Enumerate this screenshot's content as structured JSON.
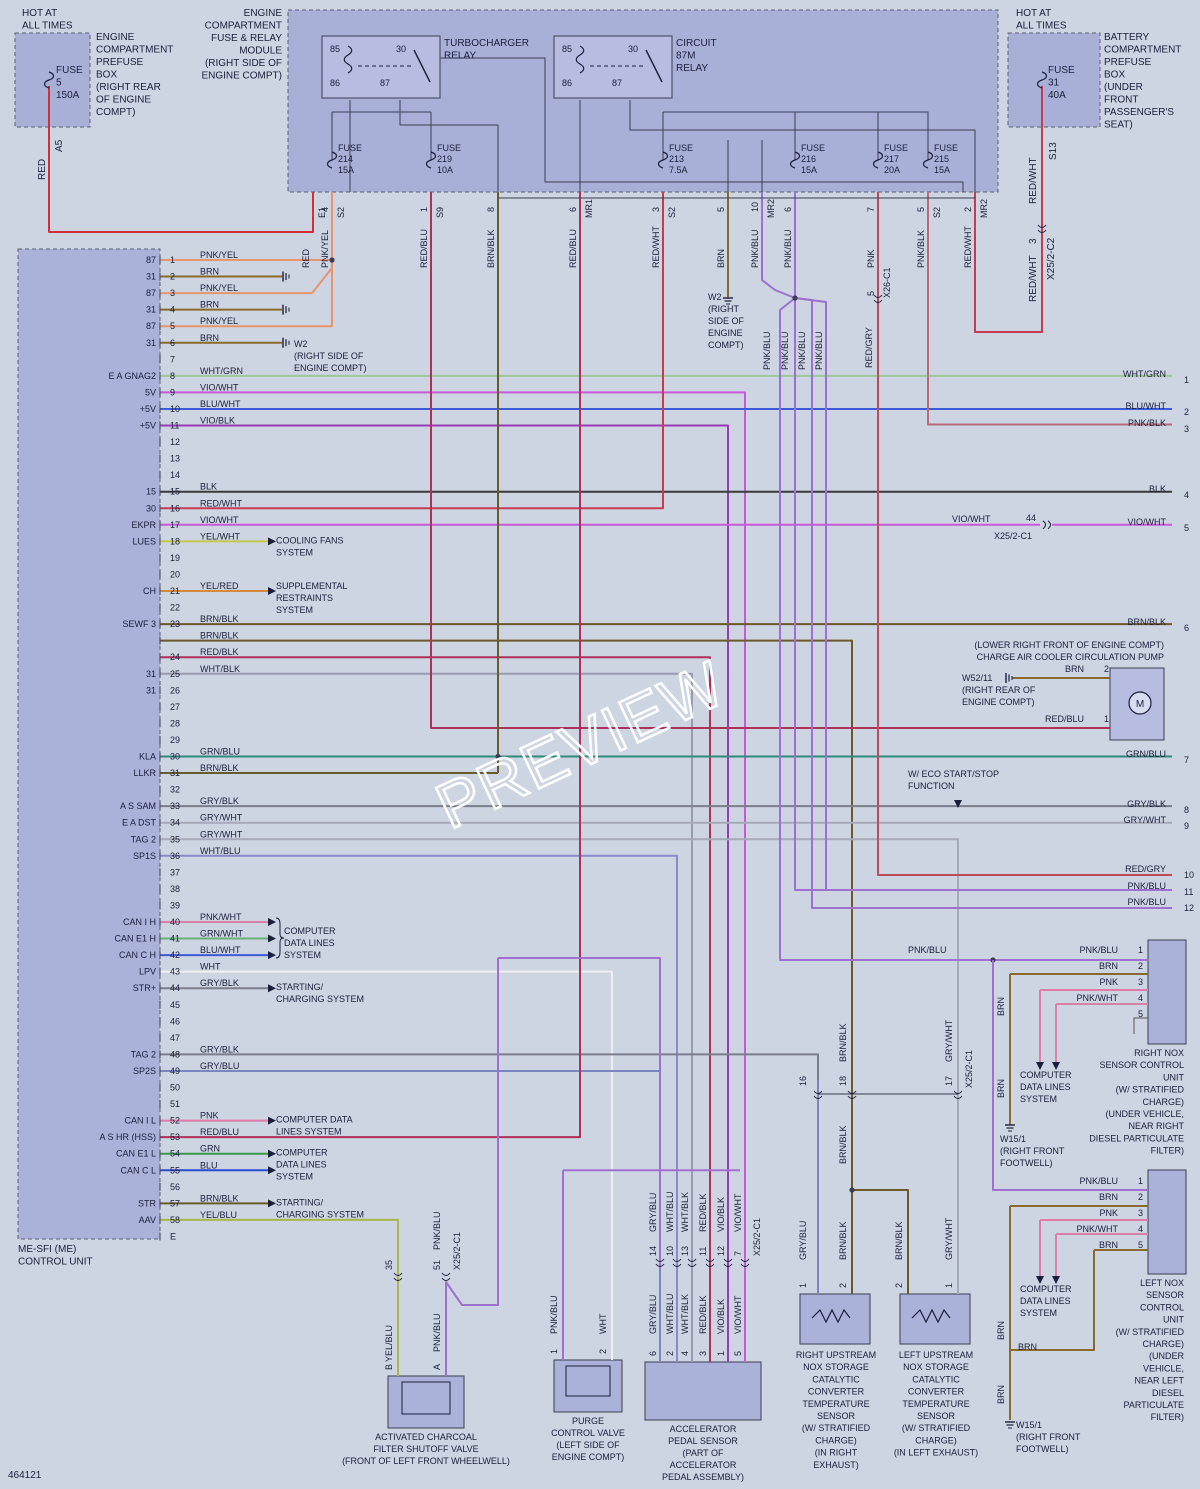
{
  "figure_id": "464121",
  "watermark": "PREVIEW",
  "colors": {
    "bg": "#cdd4e2",
    "module": "#a8b0d8",
    "ecu": "#aab2da",
    "dark": "#3a3e50",
    "RED": "#d22f3a",
    "PNKYEL": "#e8956c",
    "BRN": "#8a6a2a",
    "WHTGRN": "#9ec79a",
    "VIOWHT": "#c85ad8",
    "BLUWHT": "#3b5bd8",
    "VIOBLK": "#9a3ab8",
    "BLK": "#3a3a3a",
    "REDWHT": "#c83a52",
    "YELWHT": "#c4c84a",
    "YELRED": "#d48a3a",
    "BRNBLK": "#6a5a2a",
    "REDBLU": "#b0305a",
    "WHTBLK": "#9a9ab0",
    "GRNBLU": "#2e8a7a",
    "GRYBLK": "#7a7e8a",
    "GRYWHT": "#a6aab8",
    "WHTBLU": "#8a8ac8",
    "PNKWHT": "#d880a8",
    "GRNWHT": "#6ab07a",
    "WHT": "#f0f0f0",
    "GRYBLU": "#7a86c0",
    "PNK": "#e07aa8",
    "GRN": "#3a9a4a",
    "BLU": "#2a4ad0",
    "YELBLU": "#a8b84a",
    "PNKBLU": "#a070d0",
    "PNKBLK": "#b86a7a",
    "REDGRY": "#c04a5a",
    "GRYBLU2": "#8a8aa8"
  },
  "top": {
    "hot1": [
      "HOT AT",
      "ALL TIMES"
    ],
    "fuse_box1": [
      "ENGINE",
      "COMPARTMENT",
      "PREFUSE",
      "BOX",
      "(RIGHT REAR",
      "OF ENGINE",
      "COMPT)"
    ],
    "fuse5": [
      "FUSE",
      "5",
      "150A"
    ],
    "red_label": "RED",
    "a5": "A5",
    "module": [
      "ENGINE",
      "COMPARTMENT",
      "FUSE & RELAY",
      "MODULE",
      "(RIGHT SIDE OF",
      "ENGINE COMPT)"
    ],
    "turbo_relay": [
      "TURBOCHARGER",
      "RELAY"
    ],
    "circuit_relay": [
      "CIRCUIT",
      "87M",
      "RELAY"
    ],
    "relay_pins": [
      "85",
      "30",
      "86",
      "87"
    ],
    "fuses": [
      [
        "FUSE",
        "214",
        "15A"
      ],
      [
        "FUSE",
        "219",
        "10A"
      ],
      [
        "FUSE",
        "213",
        "7.5A"
      ],
      [
        "FUSE",
        "216",
        "15A"
      ],
      [
        "FUSE",
        "217",
        "20A"
      ],
      [
        "FUSE",
        "215",
        "15A"
      ]
    ],
    "hot2": [
      "HOT AT",
      "ALL TIMES"
    ],
    "fuse_box2": [
      "BATTERY",
      "COMPARTMENT",
      "PREFUSE",
      "BOX",
      "(UNDER",
      "FRONT",
      "PASSENGER'S",
      "SEAT)"
    ],
    "fuse31": [
      "FUSE",
      "31",
      "40A"
    ],
    "s13": "S13",
    "redwht": "RED/WHT",
    "x25c2": "X25/2-C2",
    "pin3": "3"
  },
  "top_wires": [
    {
      "label": "RED",
      "pin": "",
      "conn": "E1"
    },
    {
      "label": "PNK/YEL",
      "pin": "4",
      "conn": "S2"
    },
    {
      "label": "RED/BLU",
      "pin": "1",
      "conn": "S9"
    },
    {
      "label": "BRN/BLK",
      "pin": "8",
      "conn": ""
    },
    {
      "label": "RED/BLU",
      "pin": "6",
      "conn": "MR1"
    },
    {
      "label": "RED/WHT",
      "pin": "3",
      "conn": "S2"
    },
    {
      "label": "BRN",
      "pin": "5",
      "conn": ""
    },
    {
      "label": "PNK/BLU",
      "pin": "10",
      "conn": "MR2"
    },
    {
      "label": "PNK/BLU",
      "pin": "6",
      "conn": ""
    },
    {
      "label": "PNK",
      "pin": "7",
      "conn": ""
    },
    {
      "label": "PNK/BLK",
      "pin": "5",
      "conn": "S2"
    },
    {
      "label": "RED/WHT",
      "pin": "2",
      "conn": "MR2"
    }
  ],
  "ecu": {
    "name": [
      "ME-SFI (ME)",
      "CONTROL UNIT"
    ],
    "left_labels": {
      "1": "87",
      "2": "31",
      "3": "87",
      "4": "31",
      "5": "87",
      "6": "31",
      "8": "E A GNAG2",
      "9": "5V",
      "10": "+5V",
      "11": "+5V",
      "15": "15",
      "16": "30",
      "17": "EKPR",
      "18": "LUES",
      "21": "CH",
      "23": "SEWF 3",
      "25": "31",
      "26": "31",
      "30": "KLA",
      "31": "LLKR",
      "33": "A S SAM",
      "34": "E A DST",
      "35": "TAG 2",
      "36": "SP1S",
      "40": "CAN I H",
      "41": "CAN E1 H",
      "42": "CAN C H",
      "43": "LPV",
      "44": "STR+",
      "48": "TAG 2",
      "49": "SP2S",
      "52": "CAN I L",
      "53": "A S HR (HSS)",
      "54": "CAN E1 L",
      "55": "CAN C L",
      "57": "STR",
      "58": "AAV"
    },
    "pins": [
      "1",
      "2",
      "3",
      "4",
      "5",
      "6",
      "7",
      "8",
      "9",
      "10",
      "11",
      "12",
      "13",
      "14",
      "15",
      "16",
      "17",
      "18",
      "19",
      "20",
      "21",
      "22",
      "23",
      "",
      "24",
      "25",
      "26",
      "27",
      "28",
      "29",
      "30",
      "31",
      "32",
      "33",
      "34",
      "35",
      "36",
      "37",
      "38",
      "39",
      "40",
      "41",
      "42",
      "43",
      "44",
      "45",
      "46",
      "47",
      "48",
      "49",
      "50",
      "51",
      "52",
      "53",
      "54",
      "55",
      "56",
      "57",
      "58"
    ],
    "last_pin": "E"
  },
  "ecu_wires": [
    {
      "pin": "1",
      "label": "PNK/YEL"
    },
    {
      "pin": "2",
      "label": "BRN"
    },
    {
      "pin": "3",
      "label": "PNK/YEL"
    },
    {
      "pin": "4",
      "label": "BRN"
    },
    {
      "pin": "5",
      "label": "PNK/YEL"
    },
    {
      "pin": "6",
      "label": "BRN"
    },
    {
      "pin": "8",
      "label": "WHT/GRN"
    },
    {
      "pin": "9",
      "label": "VIO/WHT"
    },
    {
      "pin": "10",
      "label": "BLU/WHT"
    },
    {
      "pin": "11",
      "label": "VIO/BLK"
    },
    {
      "pin": "15",
      "label": "BLK"
    },
    {
      "pin": "16",
      "label": "RED/WHT"
    },
    {
      "pin": "17",
      "label": "VIO/WHT"
    },
    {
      "pin": "18",
      "label": "YEL/WHT"
    },
    {
      "pin": "21",
      "label": "YEL/RED"
    },
    {
      "pin": "23",
      "label": "BRN/BLK"
    },
    {
      "pin": "",
      "label": "BRN/BLK"
    },
    {
      "pin": "24",
      "label": "RED/BLK"
    },
    {
      "pin": "25",
      "label": "WHT/BLK"
    },
    {
      "pin": "30",
      "label": "GRN/BLU"
    },
    {
      "pin": "31",
      "label": "BRN/BLK"
    },
    {
      "pin": "33",
      "label": "GRY/BLK"
    },
    {
      "pin": "34",
      "label": "GRY/WHT"
    },
    {
      "pin": "35",
      "label": "GRY/WHT"
    },
    {
      "pin": "36",
      "label": "WHT/BLU"
    },
    {
      "pin": "40",
      "label": "PNK/WHT"
    },
    {
      "pin": "41",
      "label": "GRN/WHT"
    },
    {
      "pin": "42",
      "label": "BLU/WHT"
    },
    {
      "pin": "43",
      "label": "WHT"
    },
    {
      "pin": "44",
      "label": "GRY/BLK"
    },
    {
      "pin": "48",
      "label": "GRY/BLK"
    },
    {
      "pin": "49",
      "label": "GRY/BLU"
    },
    {
      "pin": "52",
      "label": "PNK"
    },
    {
      "pin": "53",
      "label": "RED/BLU"
    },
    {
      "pin": "54",
      "label": "GRN"
    },
    {
      "pin": "55",
      "label": "BLU"
    },
    {
      "pin": "57",
      "label": "BRN/BLK"
    },
    {
      "pin": "58",
      "label": "YEL/BLU"
    }
  ],
  "ground_w2": [
    "W2",
    "(RIGHT SIDE OF",
    "ENGINE COMPT)"
  ],
  "ground_w2b": [
    "W2",
    "(RIGHT",
    "SIDE OF",
    "ENGINE",
    "COMPT)"
  ],
  "refs": {
    "cooling": [
      "COOLING FANS",
      "SYSTEM"
    ],
    "srs": [
      "SUPPLEMENTAL",
      "RESTRAINTS",
      "SYSTEM"
    ],
    "can1": [
      "COMPUTER",
      "DATA LINES",
      "SYSTEM"
    ],
    "starting1": [
      "STARTING/",
      "CHARGING SYSTEM"
    ],
    "can2": [
      "COMPUTER DATA",
      "LINES SYSTEM"
    ],
    "can3": [
      "COMPUTER",
      "DATA LINES",
      "SYSTEM"
    ],
    "starting2": [
      "STARTING/",
      "CHARGING SYSTEM"
    ]
  },
  "right_outputs": [
    {
      "num": "1",
      "label": "WHT/GRN"
    },
    {
      "num": "2",
      "label": "BLU/WHT"
    },
    {
      "num": "3",
      "label": "PNK/BLK"
    },
    {
      "num": "4",
      "label": "BLK"
    },
    {
      "num": "5",
      "label": "VIO/WHT"
    },
    {
      "num": "6",
      "label": "BRN/BLK"
    },
    {
      "num": "7",
      "label": "GRN/BLU"
    },
    {
      "num": "8",
      "label": "GRY/BLK"
    },
    {
      "num": "9",
      "label": "GRY/WHT"
    },
    {
      "num": "10",
      "label": "RED/GRY"
    },
    {
      "num": "11",
      "label": "PNK/BLU"
    },
    {
      "num": "12",
      "label": "PNK/BLU"
    }
  ],
  "viowht_conn": {
    "label": "VIO/WHT",
    "pin": "44",
    "conn": "X25/2-C1"
  },
  "x26c1": {
    "pin": "5",
    "conn": "X26-C1",
    "label": "RED/GRY"
  },
  "pump": {
    "title": [
      "(LOWER RIGHT FRONT OF ENGINE COMPT)",
      "CHARGE AIR COOLER CIRCULATION PUMP"
    ],
    "brn": "BRN",
    "pin2": "2",
    "redblu": "RED/BLU",
    "pin1": "1",
    "ground": [
      "W52/11",
      "(RIGHT REAR OF",
      "ENGINE COMPT)"
    ],
    "motor": "M"
  },
  "eco": [
    "W/ ECO START/STOP",
    "FUNCTION"
  ],
  "pnkblu_mid": [
    "PNK/BLU",
    "PNK/BLU",
    "PNK/BLU",
    "PNK/BLU"
  ],
  "pnkblu_h": "PNK/BLU",
  "nox_right": {
    "pins": [
      {
        "n": "1",
        "label": "PNK/BLU"
      },
      {
        "n": "2",
        "label": "BRN"
      },
      {
        "n": "3",
        "label": "PNK"
      },
      {
        "n": "4",
        "label": "PNK/WHT"
      },
      {
        "n": "5",
        "label": ""
      }
    ],
    "name": [
      "RIGHT NOX",
      "SENSOR CONTROL",
      "UNIT",
      "(W/ STRATIFIED",
      "CHARGE)",
      "(UNDER VEHICLE,",
      "NEAR RIGHT",
      "DIESEL PARTICULATE",
      "FILTER)"
    ],
    "cdl": [
      "COMPUTER",
      "DATA LINES",
      "SYSTEM"
    ],
    "ground": [
      "W15/1",
      "(RIGHT FRONT",
      "FOOTWELL)"
    ],
    "brn": "BRN"
  },
  "nox_left": {
    "pins": [
      {
        "n": "1",
        "label": "PNK/BLU"
      },
      {
        "n": "2",
        "label": "BRN"
      },
      {
        "n": "3",
        "label": "PNK"
      },
      {
        "n": "4",
        "label": "PNK/WHT"
      },
      {
        "n": "5",
        "label": "BRN"
      }
    ],
    "name": [
      "LEFT NOX",
      "SENSOR",
      "CONTROL",
      "UNIT",
      "(W/ STRATIFIED",
      "CHARGE)",
      "(UNDER",
      "VEHICLE,",
      "NEAR LEFT",
      "DIESEL",
      "PARTICULATE",
      "FILTER)"
    ],
    "cdl": [
      "COMPUTER",
      "DATA LINES",
      "SYSTEM"
    ],
    "ground": [
      "W15/1",
      "(RIGHT FRONT",
      "FOOTWELL)"
    ],
    "brn": "BRN"
  },
  "bottom": {
    "charcoal": {
      "name": [
        "ACTIVATED CHARCOAL",
        "FILTER SHUTOFF VALVE",
        "(FRONT OF LEFT FRONT WHEELWELL)"
      ],
      "w1": "YEL/BLU",
      "w2": "PNK/BLU",
      "pinB": "B",
      "pinA": "A",
      "c35": "35",
      "c51": "51",
      "conn": "X25/2-C1",
      "pnkblu_top": "PNK/BLU"
    },
    "purge": {
      "name": [
        "PURGE",
        "CONTROL VALVE",
        "(LEFT SIDE OF",
        "ENGINE COMPT)"
      ],
      "w1": "PNK/BLU",
      "w2": "WHT",
      "pin1": "1",
      "pin2": "2"
    },
    "accel": {
      "name": [
        "ACCELERATOR",
        "PEDAL SENSOR",
        "(PART OF",
        "ACCELERATOR",
        "PEDAL ASSEMBLY)"
      ],
      "conn": "X25/2-C1",
      "top_pins": [
        "14",
        "10",
        "13",
        "11",
        "12",
        "7"
      ],
      "wires": [
        "GRY/BLU",
        "WHT/BLU",
        "WHT/BLK",
        "RED/BLK",
        "VIO/BLK",
        "VIO/WHT"
      ],
      "pins": [
        "6",
        "2",
        "4",
        "3",
        "1",
        "5"
      ]
    },
    "conn_16_18_17": {
      "p16": "16",
      "p18": "18",
      "p17": "17",
      "conn": "X25/2-C1",
      "brnblk": "BRN/BLK",
      "grywht": "GRY/WHT"
    },
    "rt_sensor": {
      "name": [
        "RIGHT UPSTREAM",
        "NOX STORAGE",
        "CATALYTIC",
        "CONVERTER",
        "TEMPERATURE",
        "SENSOR",
        "(W/ STRATIFIED",
        "CHARGE)",
        "(IN RIGHT",
        "EXHAUST)"
      ],
      "w1": "GRY/BLU",
      "w2": "BRN/BLK",
      "pin1": "1",
      "pin2": "2"
    },
    "lt_sensor": {
      "name": [
        "LEFT UPSTREAM",
        "NOX STORAGE",
        "CATALYTIC",
        "CONVERTER",
        "TEMPERATURE",
        "SENSOR",
        "(W/ STRATIFIED",
        "CHARGE)",
        "(IN LEFT EXHAUST)"
      ],
      "w1": "BRN/BLK",
      "w2": "GRY/WHT",
      "pin2": "2",
      "pin1": "1"
    },
    "brnblk_mid": "BRN/BLK"
  }
}
